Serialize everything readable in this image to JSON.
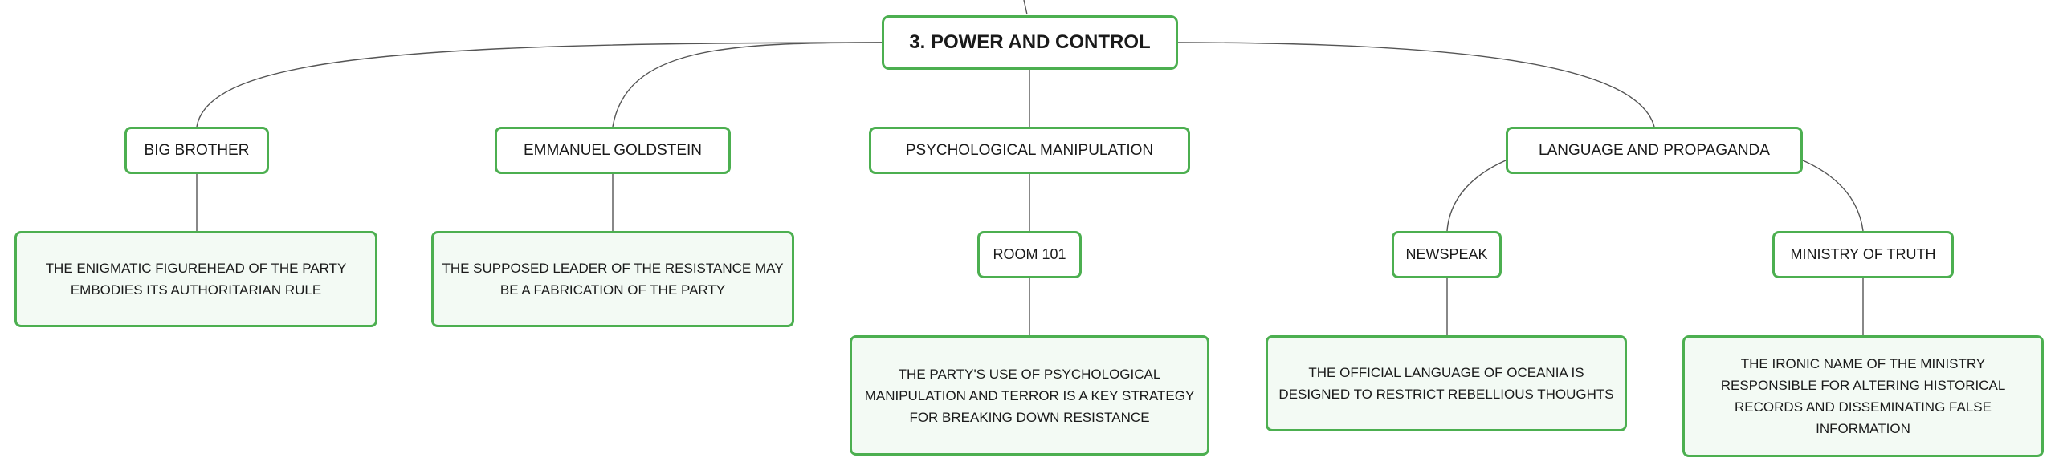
{
  "mindmap": {
    "central": {
      "label": "3. POWER AND CONTROL"
    },
    "topics": {
      "big_brother": {
        "label": "BIG BROTHER",
        "description": "THE ENIGMATIC FIGUREHEAD OF THE PARTY EMBODIES ITS AUTHORITARIAN RULE"
      },
      "goldstein": {
        "label": "EMMANUEL GOLDSTEIN",
        "description": "THE SUPPOSED LEADER OF THE RESISTANCE MAY BE A FABRICATION OF THE PARTY"
      },
      "psych": {
        "label": "PSYCHOLOGICAL MANIPULATION",
        "child": {
          "label": "ROOM 101",
          "description": "THE PARTY'S USE OF PSYCHOLOGICAL MANIPULATION AND TERROR IS A KEY STRATEGY FOR BREAKING DOWN RESISTANCE"
        }
      },
      "language": {
        "label": "LANGUAGE AND PROPAGANDA",
        "newspeak": {
          "label": "NEWSPEAK",
          "description": "THE OFFICIAL LANGUAGE OF OCEANIA IS DESIGNED TO RESTRICT REBELLIOUS THOUGHTS"
        },
        "ministry": {
          "label": "MINISTRY OF TRUTH",
          "description": "THE IRONIC NAME OF THE MINISTRY RESPONSIBLE FOR ALTERING HISTORICAL RECORDS AND DISSEMINATING FALSE INFORMATION"
        }
      }
    }
  }
}
